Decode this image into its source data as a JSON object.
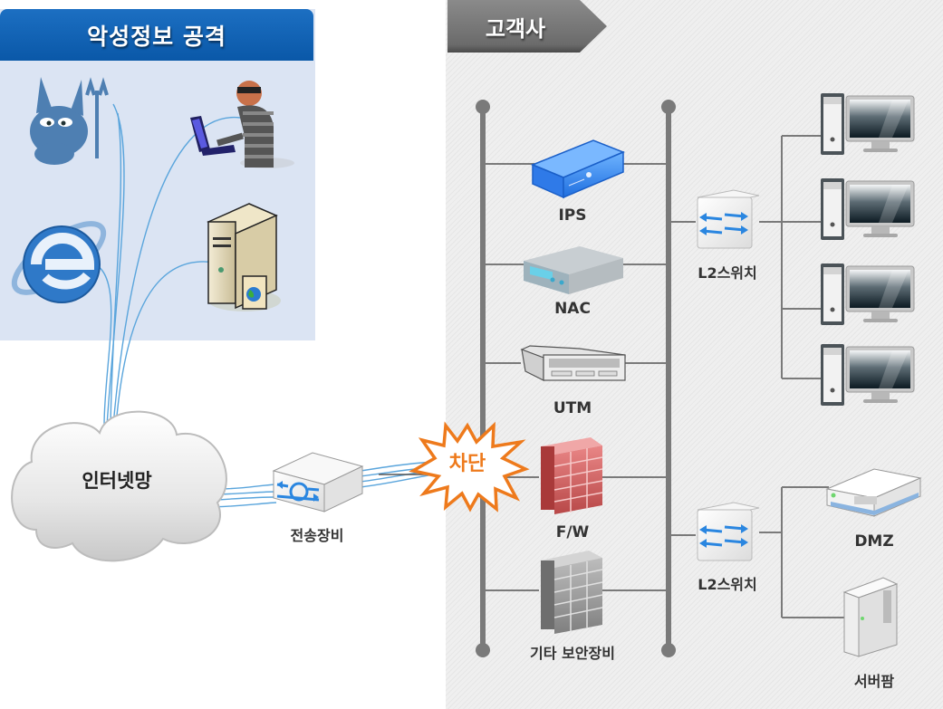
{
  "attacker_zone": {
    "title": "악성정보 공격",
    "icons": [
      "devil-icon",
      "hacker-icon",
      "internet-explorer-icon",
      "web-server-icon"
    ]
  },
  "customer_zone": {
    "title": "고객사"
  },
  "network": {
    "internet": "인터넷망",
    "transmission": "전송장비",
    "block_badge": "차단"
  },
  "security_devices": [
    {
      "id": "ips",
      "label": "IPS"
    },
    {
      "id": "nac",
      "label": "NAC"
    },
    {
      "id": "utm",
      "label": "UTM"
    },
    {
      "id": "fw",
      "label": "F/W"
    },
    {
      "id": "other",
      "label": "기타 보안장비"
    }
  ],
  "switches": [
    {
      "label": "L2스위치"
    },
    {
      "label": "L2스위치"
    }
  ],
  "endpoints": {
    "pcs": 4,
    "dmz": "DMZ",
    "server_farm": "서버팜"
  },
  "colors": {
    "attack_header": "#0a58a8",
    "attack_bg": "#dbe4f3",
    "customer_header": "#707070",
    "block_accent": "#ee7a1c",
    "link_blue": "#5aa5dc",
    "bus_gray": "#707070"
  }
}
